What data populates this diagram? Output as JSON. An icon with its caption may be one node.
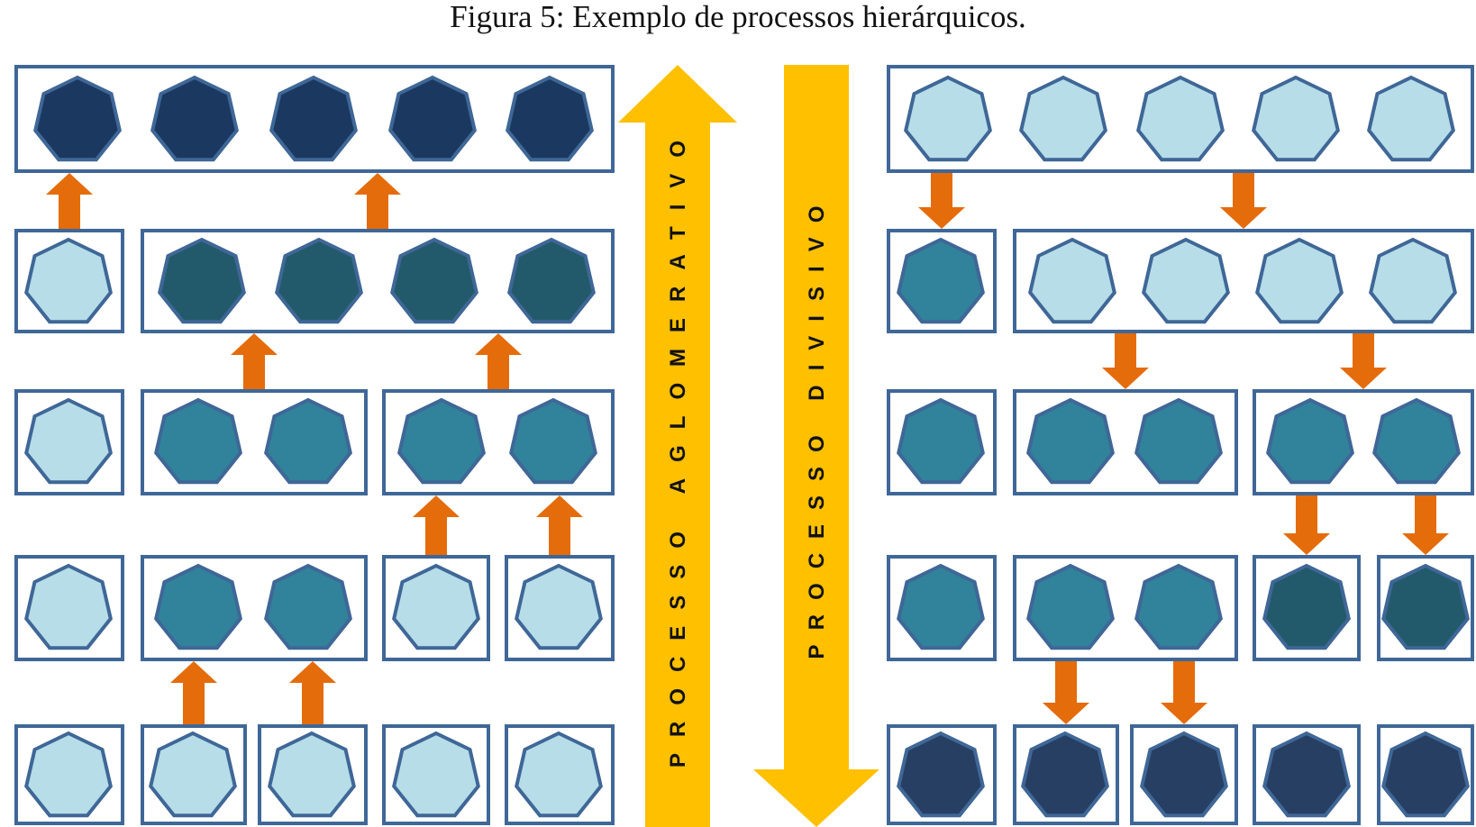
{
  "diagram": {
    "title": "Figura 5: Exemplo de processos hierárquicos.",
    "nodes": [
      {
        "text": [],
        "shape": "box"
      },
      {
        "text": [],
        "shape": "heptagon",
        "in": 0
      },
      {
        "text": [],
        "shape": "heptagon",
        "in": 0
      },
      {
        "text": [],
        "shape": "heptagon",
        "in": 0
      },
      {
        "text": [],
        "shape": "heptagon",
        "in": 0
      },
      {
        "text": [],
        "shape": "heptagon",
        "in": 0
      },
      {
        "text": [],
        "shape": "box"
      },
      {
        "text": [],
        "shape": "heptagon",
        "in": 6
      },
      {
        "text": [],
        "shape": "box"
      },
      {
        "text": [],
        "shape": "heptagon",
        "in": 8
      },
      {
        "text": [],
        "shape": "heptagon",
        "in": 8
      },
      {
        "text": [],
        "shape": "heptagon",
        "in": 8
      },
      {
        "text": [],
        "shape": "heptagon",
        "in": 8
      },
      {
        "text": [],
        "shape": "box"
      },
      {
        "text": [],
        "shape": "heptagon",
        "in": 13
      },
      {
        "text": [],
        "shape": "box"
      },
      {
        "text": [],
        "shape": "heptagon",
        "in": 15
      },
      {
        "text": [],
        "shape": "heptagon",
        "in": 15
      },
      {
        "text": [],
        "shape": "box"
      },
      {
        "text": [],
        "shape": "heptagon",
        "in": 18
      },
      {
        "text": [],
        "shape": "heptagon",
        "in": 18
      },
      {
        "text": [],
        "shape": "box"
      },
      {
        "text": [],
        "shape": "heptagon",
        "in": 21
      },
      {
        "text": [],
        "shape": "box"
      },
      {
        "text": [],
        "shape": "heptagon",
        "in": 23
      },
      {
        "text": [],
        "shape": "heptagon",
        "in": 23
      },
      {
        "text": [],
        "shape": "box"
      },
      {
        "text": [],
        "shape": "heptagon",
        "in": 26
      },
      {
        "text": [],
        "shape": "box"
      },
      {
        "text": [],
        "shape": "heptagon",
        "in": 28
      },
      {
        "text": [],
        "shape": "box"
      },
      {
        "text": [],
        "shape": "heptagon",
        "in": 30
      },
      {
        "text": [],
        "shape": "box"
      },
      {
        "text": [],
        "shape": "heptagon",
        "in": 32
      },
      {
        "text": [],
        "shape": "box"
      },
      {
        "text": [],
        "shape": "heptagon",
        "in": 34
      },
      {
        "text": [],
        "shape": "box"
      },
      {
        "text": [],
        "shape": "heptagon",
        "in": 36
      },
      {
        "text": [],
        "shape": "box"
      },
      {
        "text": [],
        "shape": "heptagon",
        "in": 38
      },
      {
        "text": [
          "PROCESSO AGLOMERATIVO"
        ]
      },
      {
        "text": [
          "PROCESSO DIVISIVO"
        ]
      },
      {
        "text": [],
        "shape": "box"
      },
      {
        "text": [],
        "shape": "heptagon",
        "in": 42
      },
      {
        "text": [],
        "shape": "heptagon",
        "in": 42
      },
      {
        "text": [],
        "shape": "heptagon",
        "in": 42
      },
      {
        "text": [],
        "shape": "heptagon",
        "in": 42
      },
      {
        "text": [],
        "shape": "heptagon",
        "in": 42
      },
      {
        "text": [],
        "shape": "box"
      },
      {
        "text": [],
        "shape": "heptagon",
        "in": 48
      },
      {
        "text": [],
        "shape": "box"
      },
      {
        "text": [],
        "shape": "heptagon",
        "in": 50
      },
      {
        "text": [],
        "shape": "heptagon",
        "in": 50
      },
      {
        "text": [],
        "shape": "heptagon",
        "in": 50
      },
      {
        "text": [],
        "shape": "heptagon",
        "in": 50
      },
      {
        "text": [],
        "shape": "box"
      },
      {
        "text": [],
        "shape": "heptagon",
        "in": 55
      },
      {
        "text": [],
        "shape": "box"
      },
      {
        "text": [],
        "shape": "heptagon",
        "in": 57
      },
      {
        "text": [],
        "shape": "heptagon",
        "in": 57
      },
      {
        "text": [],
        "shape": "box"
      },
      {
        "text": [],
        "shape": "heptagon",
        "in": 60
      },
      {
        "text": [],
        "shape": "heptagon",
        "in": 60
      },
      {
        "text": [],
        "shape": "box"
      },
      {
        "text": [],
        "shape": "heptagon",
        "in": 63
      },
      {
        "text": [],
        "shape": "box"
      },
      {
        "text": [],
        "shape": "heptagon",
        "in": 65
      },
      {
        "text": [],
        "shape": "heptagon",
        "in": 65
      },
      {
        "text": [],
        "shape": "box"
      },
      {
        "text": [],
        "shape": "heptagon",
        "in": 68
      },
      {
        "text": [],
        "shape": "box"
      },
      {
        "text": [],
        "shape": "heptagon",
        "in": 70
      },
      {
        "text": [],
        "shape": "box"
      },
      {
        "text": [],
        "shape": "heptagon",
        "in": 72
      },
      {
        "text": [],
        "shape": "box"
      },
      {
        "text": [],
        "shape": "heptagon",
        "in": 74
      },
      {
        "text": [],
        "shape": "box"
      },
      {
        "text": [],
        "shape": "heptagon",
        "in": 76
      },
      {
        "text": [],
        "shape": "box"
      },
      {
        "text": [],
        "shape": "heptagon",
        "in": 78
      },
      {
        "text": [],
        "shape": "box"
      },
      {
        "text": [],
        "shape": "heptagon",
        "in": 80
      }
    ],
    "edges": [
      {
        "from": 6,
        "to": 0,
        "arrow": "to"
      },
      {
        "from": 8,
        "to": 0,
        "arrow": "to"
      },
      {
        "from": 15,
        "to": 8,
        "arrow": "to"
      },
      {
        "from": 18,
        "to": 8,
        "arrow": "to"
      },
      {
        "from": 26,
        "to": 18,
        "arrow": "to"
      },
      {
        "from": 28,
        "to": 18,
        "arrow": "to"
      },
      {
        "from": 32,
        "to": 23,
        "arrow": "to"
      },
      {
        "from": 34,
        "to": 23,
        "arrow": "to"
      },
      {
        "from": 42,
        "to": 48,
        "arrow": "to"
      },
      {
        "from": 42,
        "to": 50,
        "arrow": "to"
      },
      {
        "from": 50,
        "to": 57,
        "arrow": "to"
      },
      {
        "from": 50,
        "to": 60,
        "arrow": "to"
      },
      {
        "from": 60,
        "to": 68,
        "arrow": "to"
      },
      {
        "from": 60,
        "to": 70,
        "arrow": "to"
      },
      {
        "from": 65,
        "to": 74,
        "arrow": "to"
      },
      {
        "from": 65,
        "to": 76,
        "arrow": "to"
      }
    ]
  }
}
